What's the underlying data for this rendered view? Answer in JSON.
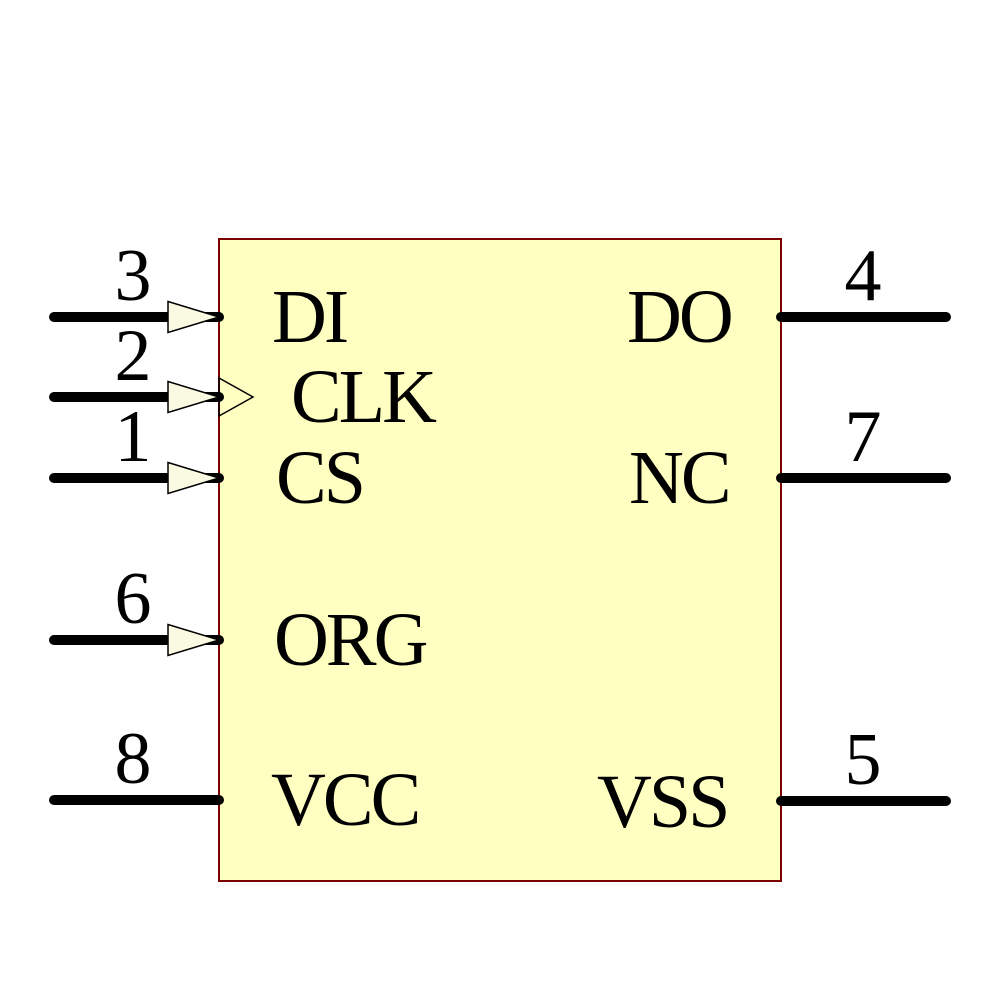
{
  "diagram": {
    "kind": "ic-schematic-symbol",
    "pin_count": 8
  },
  "pins": [
    {
      "number": "3",
      "name": "DI",
      "side": "left",
      "input_arrow": true,
      "clock_indicator": false
    },
    {
      "number": "2",
      "name": "CLK",
      "side": "left",
      "input_arrow": true,
      "clock_indicator": true
    },
    {
      "number": "1",
      "name": "CS",
      "side": "left",
      "input_arrow": true,
      "clock_indicator": false
    },
    {
      "number": "6",
      "name": "ORG",
      "side": "left",
      "input_arrow": true,
      "clock_indicator": false
    },
    {
      "number": "8",
      "name": "VCC",
      "side": "left",
      "input_arrow": false,
      "clock_indicator": false
    },
    {
      "number": "4",
      "name": "DO",
      "side": "right",
      "input_arrow": false,
      "clock_indicator": false
    },
    {
      "number": "7",
      "name": "NC",
      "side": "right",
      "input_arrow": false,
      "clock_indicator": false
    },
    {
      "number": "5",
      "name": "VSS",
      "side": "right",
      "input_arrow": false,
      "clock_indicator": false
    }
  ],
  "colors": {
    "background": "#FFFFFF",
    "chip_fill": "#FFFFC2",
    "chip_border": "#7F0000",
    "wire": "#000000",
    "arrow_fill": "#FAF9E1",
    "text": "#000000"
  }
}
